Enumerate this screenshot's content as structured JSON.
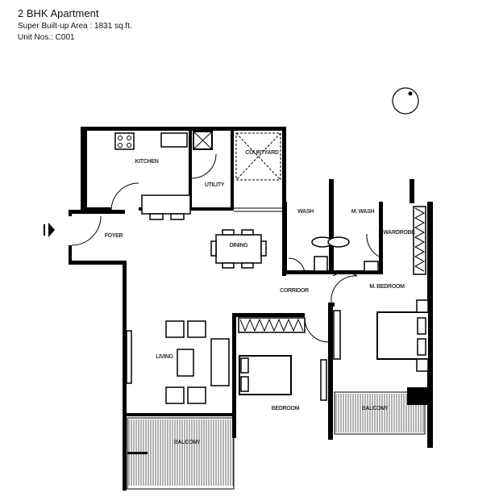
{
  "header": {
    "title": "2 BHK Apartment",
    "area": "Super Built-up Area : 1831 sq.ft.",
    "unit": "Unit Nos.: C001"
  },
  "rooms": {
    "kitchen": "KITCHEN",
    "utility": "UTILITY",
    "courtyard": "COURTYARD",
    "foyer": "FOYER",
    "dining": "DINING",
    "wash": "WASH",
    "m_wash": "M. WASH",
    "wardrobe": "WARDROBE",
    "corridor": "CORRIDOR",
    "m_bedroom": "M. BEDROOM",
    "living": "LIVING",
    "bedroom": "BEDROOM",
    "balcony_living": "BALCONY",
    "balcony_master": "BALCONY"
  },
  "icons": {
    "compass": "north-compass-icon",
    "entry": "entry-arrow-icon"
  }
}
